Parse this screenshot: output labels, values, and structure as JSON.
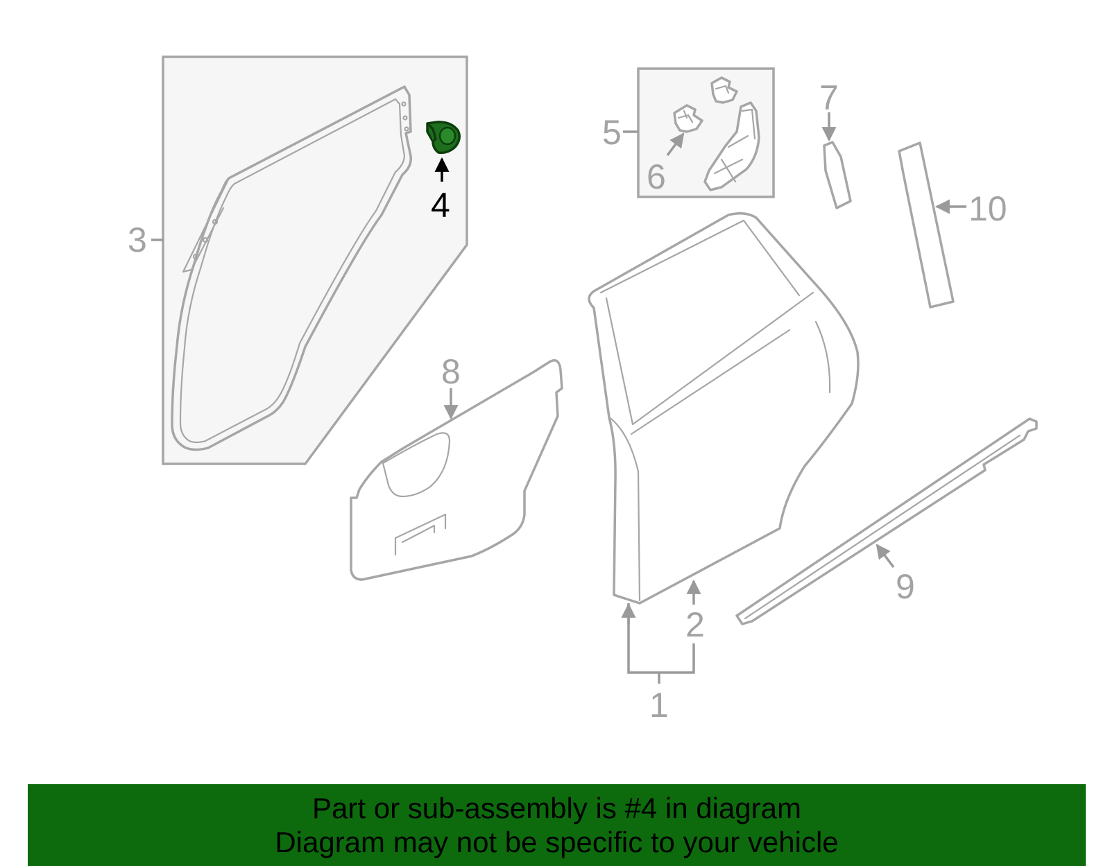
{
  "callouts": {
    "c1": "1",
    "c2": "2",
    "c3": "3",
    "c4": "4",
    "c5": "5",
    "c6": "6",
    "c7": "7",
    "c8": "8",
    "c9": "9",
    "c10": "10"
  },
  "highlighted_callout": "4",
  "colors": {
    "banner_background": "#0d6b0d",
    "highlight_part": "#1e6e1e",
    "part_stroke": "#a6a6a6"
  },
  "banner": {
    "line1": "Part or sub-assembly is #4 in diagram",
    "line2": "Diagram may not be specific to your vehicle"
  }
}
